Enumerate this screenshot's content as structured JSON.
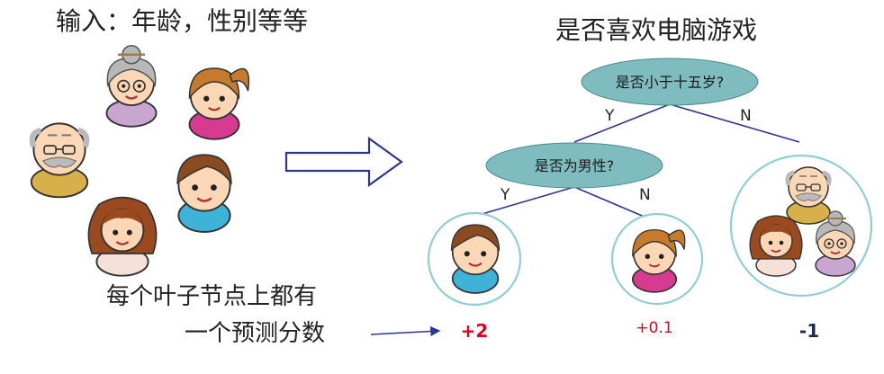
{
  "titles": {
    "input": "输入：年龄，性别等等",
    "tree": "是否喜欢电脑游戏"
  },
  "tree": {
    "root_question": "是否小于十五岁?",
    "child_question": "是否为男性?",
    "root_yes": "Y",
    "root_no": "N",
    "child_yes": "Y",
    "child_no": "N"
  },
  "leaves": [
    {
      "score": "+2",
      "color": "#e3001b"
    },
    {
      "score": "+0.1",
      "color": "#e3001b"
    },
    {
      "score": "-1",
      "color": "#1d2b5c"
    }
  ],
  "note": {
    "line1": "每个叶子节点上都有",
    "line2": "一个预测分数"
  },
  "colors": {
    "node_fill": "#7fbcbf",
    "edge": "#2d3590",
    "leaf_border": "#8fcfcf",
    "arrow_outline": "#2d3590"
  }
}
